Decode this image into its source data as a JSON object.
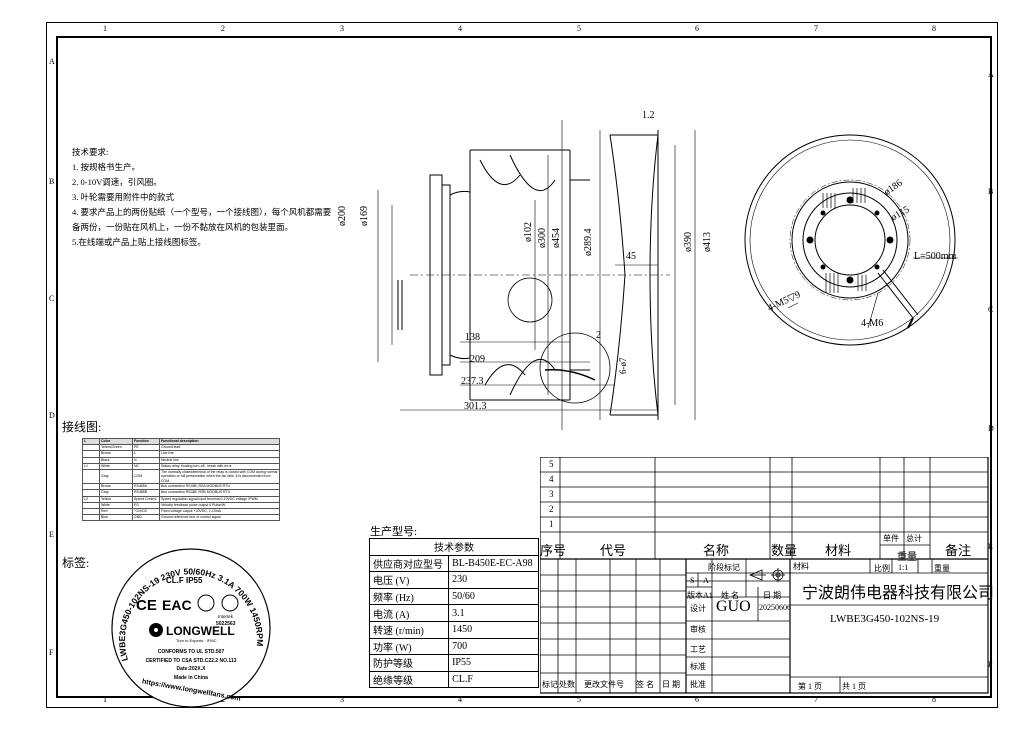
{
  "grid": {
    "columns": [
      "1",
      "2",
      "3",
      "4",
      "5",
      "6",
      "7",
      "8"
    ],
    "rows": [
      "A",
      "B",
      "C",
      "D",
      "E",
      "F"
    ]
  },
  "notes": {
    "title": "技术要求:",
    "items": [
      "1. 按规格书生产。",
      "2. 0-10V调速，引风圈。",
      "3. 叶轮需要用附件中的款式",
      "4. 要求产品上的两份贴纸（一个型号，一个接线图），每个风机都需要",
      "备两份，一份贴在风机上，一份不黏放在风机的包装里面。",
      "5.在线端或产品上贴上接线图标签。"
    ]
  },
  "dimensions": {
    "d200": "ø200",
    "d169": "ø169",
    "d102": "ø102",
    "d300": "ø300",
    "d454": "ø454",
    "d2894": "ø289.4",
    "d390": "ø390",
    "d413": "ø413",
    "t12": "1.2",
    "t45": "45",
    "l138": "138",
    "l209": "209",
    "l2373": "237.3",
    "l3013": "301.3",
    "t2": "2",
    "h67": "6-ø7",
    "d186": "ø186",
    "d115": "ø115",
    "cable": "L=500mm",
    "m5": "4-M5▽9",
    "m6": "4-M6"
  },
  "wiring": {
    "title": "接线图:",
    "headers": [
      "L",
      "Color",
      "Function",
      "Functional description"
    ],
    "rows": [
      [
        "",
        "Yellow/Green",
        "PE",
        "Ground lead"
      ],
      [
        "",
        "Brown",
        "L",
        "Live line"
      ],
      [
        "",
        "Black",
        "N",
        "Neutral line"
      ],
      [
        "L1",
        "White",
        "NC",
        "Status relay, floating turn-off , break with error"
      ],
      [
        "",
        "Gray",
        "COM",
        "The normally closed/terminal of the relay is closed with COM during normal operation or full preservation when the fan fails. It is disconnected from COM."
      ],
      [
        "",
        "Brown",
        "RS485A",
        "Bus connection RS485, RSA MODBUS RTU"
      ],
      [
        "",
        "Gray",
        "RS485B",
        "Bus connection RS485, RSB MODBUS RTU"
      ],
      [
        "L2",
        "Yellow",
        "Speed Control",
        "Speed regulation signal input terminal,0-10VDC voltage /PWM"
      ],
      [
        "",
        "White",
        "FG",
        "Velocity feedback pulse output 6 Pulse/W"
      ],
      [
        "",
        "Red",
        "+10VDC",
        "Fixed voltage output +10VDC, 2-10mA"
      ],
      [
        "",
        "Blue",
        "GND",
        "Ground reference end of control signal"
      ]
    ]
  },
  "label": {
    "title": "标签:",
    "arc_top": "LWBE3G450-102NS-19 230V 50/60Hz 3.1A 700W 1450RPM",
    "clf": "CL.F   IP55",
    "ce": "CE",
    "eac": "EAC",
    "intertek": "Intertek",
    "cert_no": "5022563",
    "brand": "LONGWELL",
    "tagline": "Turn to Experts · IFMC",
    "line1": "CONFORMS TO UL STD.507",
    "line2": "CERTIFIED TO CSA STD.C22.2 NO.113",
    "date": "Date:202X.X",
    "made": "Made in China",
    "url": "https://www.longwellfans.com"
  },
  "spec": {
    "title": "生产型号:",
    "header": "技术参数",
    "rows": [
      [
        "供应商对应型号",
        "BL-B450E-EC-A98"
      ],
      [
        "电压 (V)",
        "230"
      ],
      [
        "频率 (Hz)",
        "50/60"
      ],
      [
        "电流  (A)",
        "3.1"
      ],
      [
        "转速  (r/min)",
        "1450"
      ],
      [
        "功率  (W)",
        "700"
      ],
      [
        "防护等级",
        "IP55"
      ],
      [
        "绝缘等级",
        "CL.F"
      ]
    ]
  },
  "titleblock": {
    "rownums": [
      "5",
      "4",
      "3",
      "2",
      "1"
    ],
    "h_seq": "序号",
    "h_code": "代号",
    "h_name": "名称",
    "h_qty": "数量",
    "h_mat": "材料",
    "h_unitwt": "单件",
    "h_totwt": "总计",
    "h_weight": "重量",
    "h_remark": "备注",
    "stage": "阶段标记",
    "s": "S",
    "a": "A",
    "version": "版本A1",
    "xm": "姓 名",
    "rq": "日 期",
    "material": "材料",
    "ratio_l": "比例",
    "ratio": "1:1",
    "weight_l": "重量",
    "company": "宁波朗伟电器科技有限公司",
    "design": "设计",
    "designer": "GUO",
    "date": "20250606",
    "drawing_no": "LWBE3G450-102NS-19",
    "review": "审核",
    "process": "工艺",
    "standard": "标准",
    "approve": "批准",
    "b_mark": "标记",
    "b_count": "处数",
    "b_doc": "更改文件号",
    "b_sign": "签 名",
    "b_date": "日 期",
    "page": "第 1 页",
    "total": "共 1 页"
  }
}
